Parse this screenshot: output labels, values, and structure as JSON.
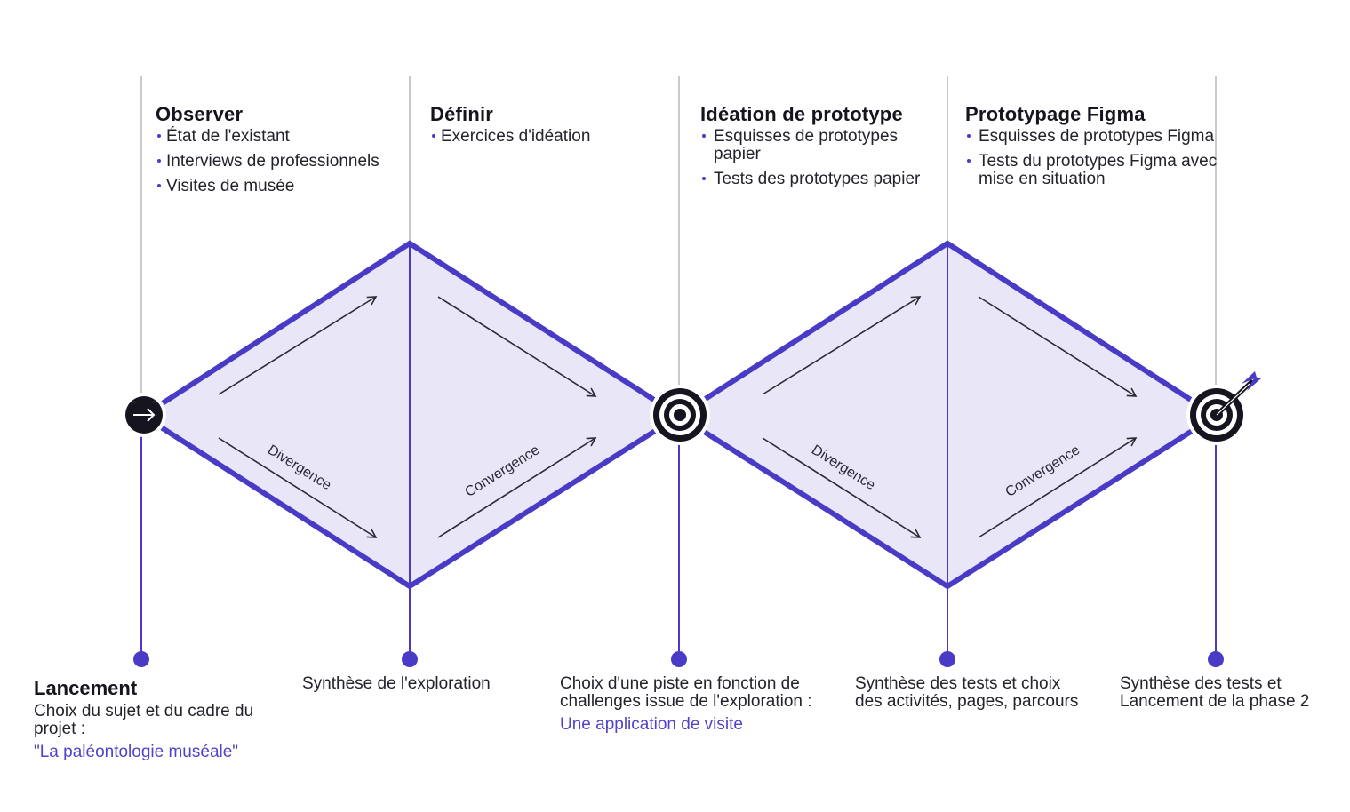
{
  "colors": {
    "accent": "#4a3bc7",
    "diamond_fill": "#e9e6f8",
    "grid_line": "#c9c9cf",
    "node_dark": "#15141f"
  },
  "phases": [
    {
      "title": "Observer",
      "items": [
        "État de l'existant",
        "Interviews de professionnels",
        "Visites de musée"
      ]
    },
    {
      "title": "Définir",
      "items": [
        "Exercices d'idéation"
      ]
    },
    {
      "title": "Idéation de prototype",
      "items": [
        "Esquisses de prototypes papier",
        "Tests des prototypes papier"
      ]
    },
    {
      "title": "Prototypage Figma",
      "items": [
        "Esquisses de prototypes Figma",
        "Tests du prototypes Figma avec mise en situation"
      ]
    }
  ],
  "arrow_labels": {
    "divergence_1": "Divergence",
    "convergence_1": "Convergence",
    "divergence_2": "Divergence",
    "convergence_2": "Convergence"
  },
  "milestones": [
    {
      "title": "Lancement",
      "text": "Choix du sujet et du cadre du projet :",
      "highlight": "\"La paléontologie muséale\""
    },
    {
      "title": "",
      "text": "Synthèse de l'exploration",
      "highlight": ""
    },
    {
      "title": "",
      "text": "Choix d'une piste en fonction de challenges issue de l'exploration :",
      "highlight": "Une application de visite"
    },
    {
      "title": "",
      "text": "Synthèse des tests et choix des activités, pages, parcours",
      "highlight": ""
    },
    {
      "title": "",
      "text": "Synthèse des tests et Lancement de la phase 2",
      "highlight": ""
    }
  ],
  "icons": {
    "start": "arrow-right-icon",
    "middle": "target-icon",
    "end": "target-with-dart-icon"
  }
}
